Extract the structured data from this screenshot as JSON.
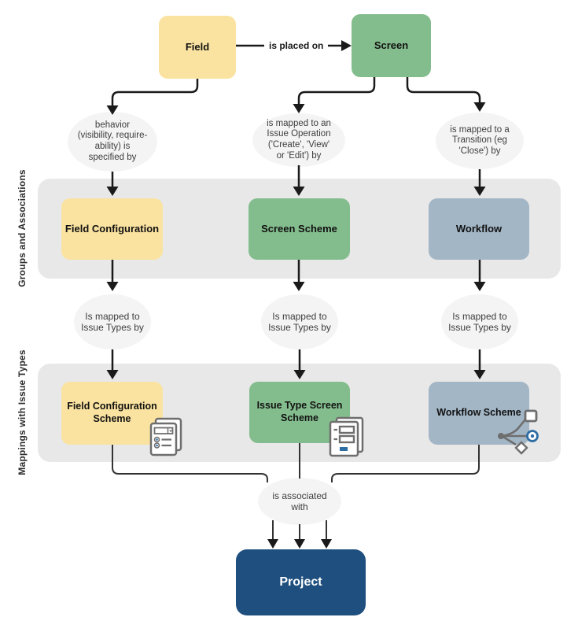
{
  "colors": {
    "yellow": "#FAE3A0",
    "green": "#84BD8D",
    "bluegray": "#A3B6C6",
    "projectblue": "#1E4F7E",
    "band": "#E8E8E8",
    "ellipse": "#F4F4F4",
    "line": "#1A1A1A",
    "icon_gray": "#6E6E6E",
    "icon_blue": "#2E6DA4"
  },
  "bands": {
    "groups_label": "Groups and Associations",
    "mappings_label": "Mappings with Issue Types"
  },
  "nodes": {
    "field": "Field",
    "screen": "Screen",
    "field_configuration": "Field Configuration",
    "screen_scheme": "Screen Scheme",
    "workflow": "Workflow",
    "field_configuration_scheme": "Field Configuration\nScheme",
    "issue_type_screen_scheme": "Issue Type Screen\nScheme",
    "workflow_scheme": "Workflow Scheme",
    "project": "Project"
  },
  "edge_labels": {
    "is_placed_on": "is placed on",
    "field_behavior": "behavior\n(visibility, require-\nability) is\nspecified by",
    "screen_issue_operation": "is mapped to an\nIssue Operation\n('Create', 'View'\nor 'Edit') by",
    "screen_transition": "is mapped to a\nTransition (eg\n'Close') by",
    "mapped_issue_types_1": "Is mapped to\nIssue Types by",
    "mapped_issue_types_2": "Is mapped to\nIssue Types by",
    "mapped_issue_types_3": "Is mapped to\nIssue Types by",
    "associated_with": "is associated\nwith"
  },
  "icons": {
    "field_configuration_scheme": "form-options-pages-icon",
    "issue_type_screen_scheme": "form-fields-pages-icon",
    "workflow_scheme": "workflow-branch-icon"
  }
}
